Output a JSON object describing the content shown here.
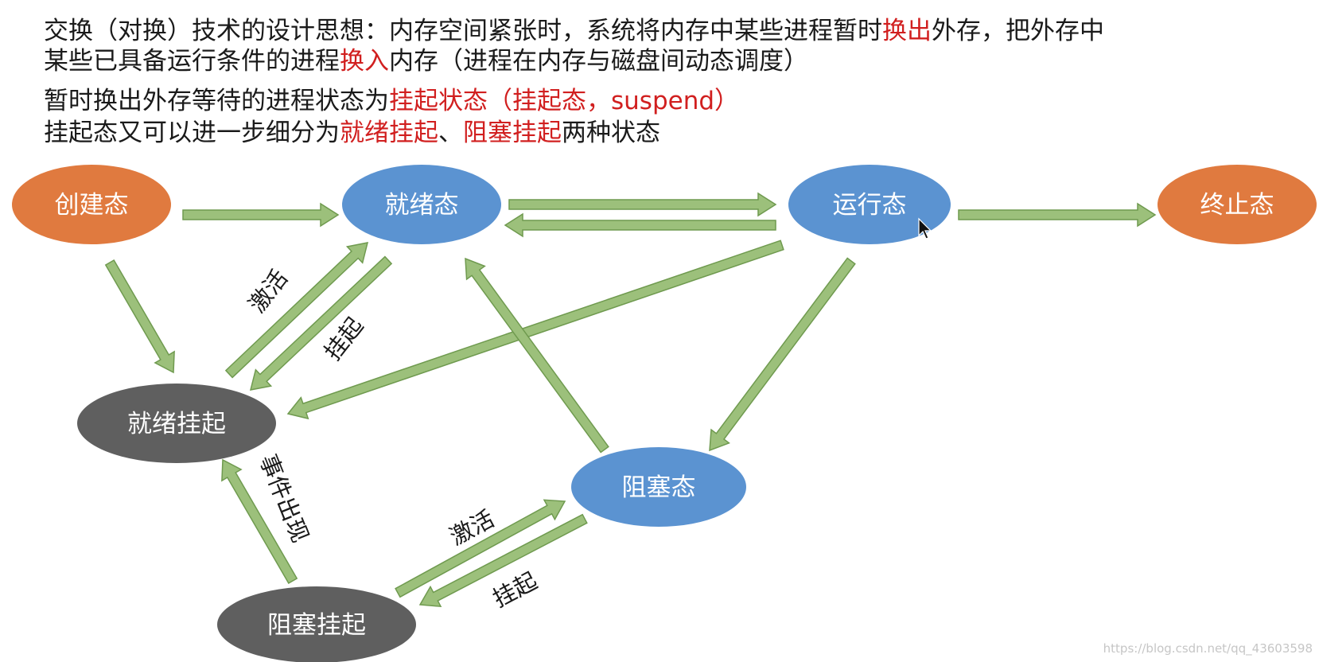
{
  "header": {
    "line1_a": "交换（对换）技术的设计思想：内存空间紧张时，系统将内存中某些进程暂时",
    "line1_red": "换出",
    "line1_b": "外存，把外存中",
    "line2_a": "某些已具备运行条件的进程",
    "line2_red": "换入",
    "line2_b": "内存（进程在内存与磁盘间动态调度）",
    "line3_a": "暂时换出外存等待的进程状态为",
    "line3_red": "挂起状态（挂起态，suspend）",
    "line4_a": "挂起态又可以进一步细分为",
    "line4_red1": "就绪挂起",
    "line4_sep": "、",
    "line4_red2": "阻塞挂起",
    "line4_b": "两种状态"
  },
  "nodes": {
    "create": "创建态",
    "ready": "就绪态",
    "running": "运行态",
    "terminated": "终止态",
    "ready_suspend": "就绪挂起",
    "blocked": "阻塞态",
    "blocked_suspend": "阻塞挂起"
  },
  "edges": {
    "activate_1": "激活",
    "suspend_1": "挂起",
    "event_occurs": "事件出现",
    "activate_2": "激活",
    "suspend_2": "挂起"
  },
  "colors": {
    "orange": "#e07a3f",
    "blue": "#5b93d1",
    "gray": "#5f5f5f",
    "arrow": "#9cc07b",
    "arrow_stroke": "#6f9a4f",
    "red": "#d11f1f"
  },
  "watermark": "https://blog.csdn.net/qq_43603598"
}
